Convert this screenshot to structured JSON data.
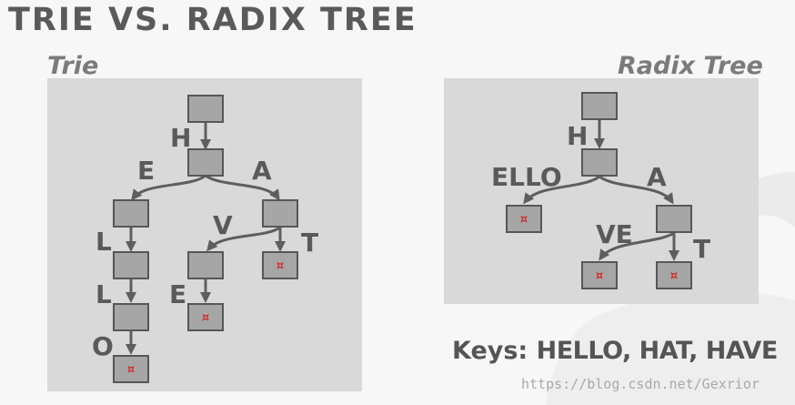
{
  "slide": {
    "title": "TRIE VS. RADIX TREE",
    "keys_label": "Keys:",
    "keys_values": "HELLO, HAT, HAVE",
    "watermark": "https://blog.csdn.net/Gexrior"
  },
  "trie": {
    "heading": "Trie",
    "leaf_symbol": "¤",
    "edge_labels": [
      "H",
      "E",
      "A",
      "L",
      "V",
      "T",
      "L",
      "E",
      "O"
    ]
  },
  "radix": {
    "heading": "Radix Tree",
    "leaf_symbol": "¤",
    "edge_labels": [
      "H",
      "ELLO",
      "A",
      "VE",
      "T"
    ]
  },
  "colors": {
    "panel": "#d9d9d9",
    "node_fill": "#a6a6a6",
    "node_border": "#575757",
    "leaf_mark": "#d12d2d",
    "text": "#5a5a5a"
  }
}
